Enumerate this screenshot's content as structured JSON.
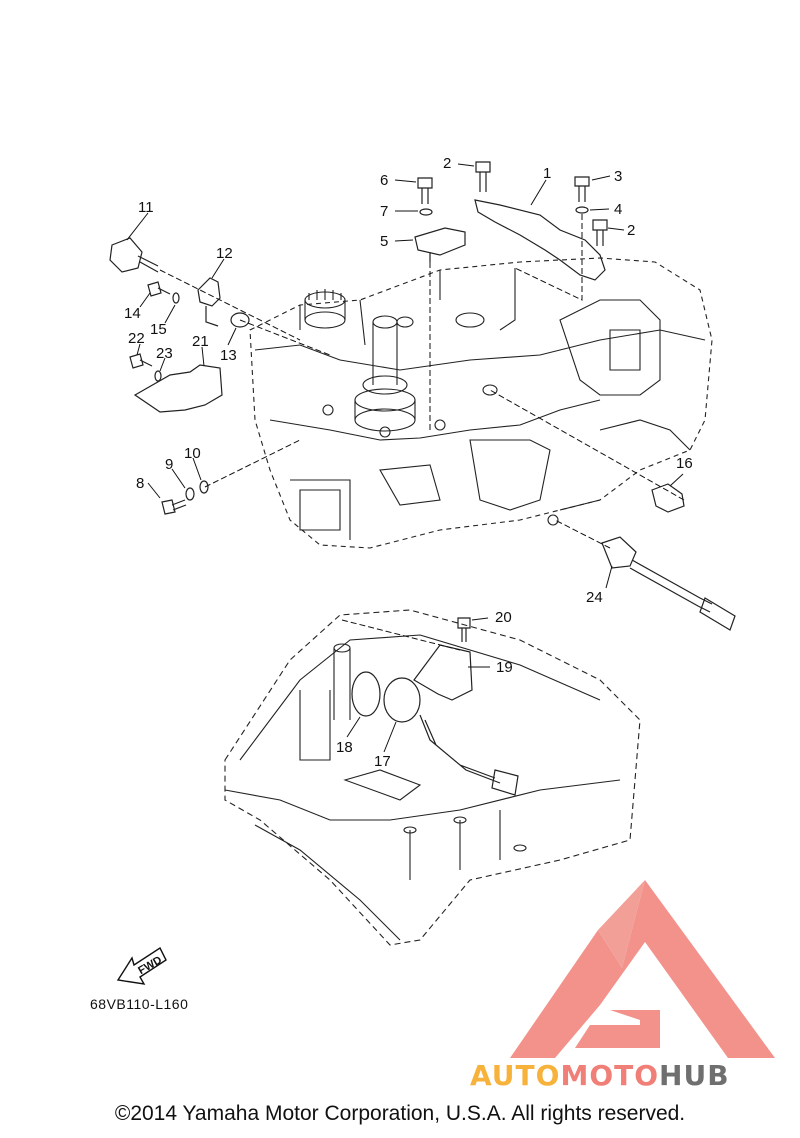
{
  "diagram": {
    "callouts": [
      "1",
      "2",
      "2",
      "3",
      "4",
      "5",
      "6",
      "7",
      "8",
      "9",
      "10",
      "11",
      "12",
      "13",
      "14",
      "15",
      "16",
      "17",
      "18",
      "19",
      "20",
      "21",
      "22",
      "23",
      "24"
    ],
    "arrow_label": "FWD",
    "diagram_code": "68VB110-L160"
  },
  "watermark": {
    "part1": "AUTO",
    "part2": "MOTO",
    "part3": "HUB",
    "colors": {
      "auto": "#f7b23b",
      "moto": "#f07f77",
      "hub": "#6f6f6f",
      "logo": "#f07f77"
    }
  },
  "footer": {
    "copyright": "©2014 Yamaha Motor Corporation, U.S.A. All rights reserved."
  }
}
